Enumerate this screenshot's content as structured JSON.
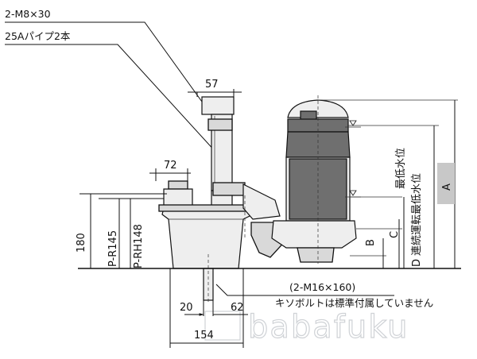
{
  "notes": {
    "bolt_spec": "2-M8×30",
    "pipe_spec": "25Aパイプ2本",
    "anchor_spec": "(2-M16×160)",
    "anchor_note": "キソボルトは標準付属していません"
  },
  "dimensions": {
    "d57": "57",
    "d72": "72",
    "d180": "180",
    "pr145": "P-R145",
    "prh148": "P-RH148",
    "d20": "20",
    "d62": "62",
    "d154": "154"
  },
  "levels": {
    "b": "B",
    "c": "C",
    "d": "D",
    "d_label": "連続運転最低水位",
    "min_level": "最低水位",
    "a": "A"
  },
  "watermark": "babafuku"
}
